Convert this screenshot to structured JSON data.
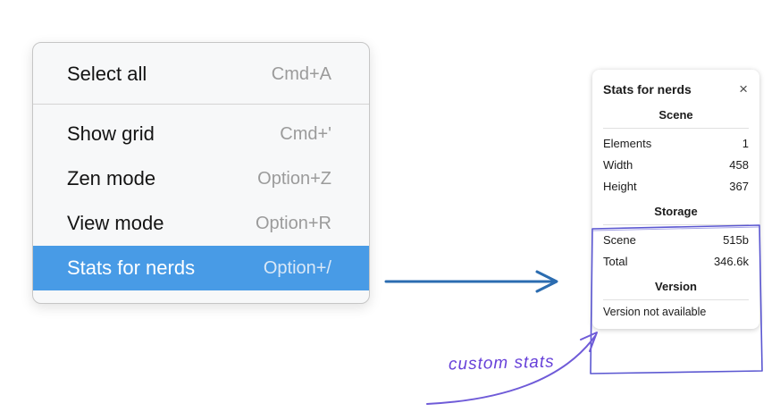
{
  "menu": {
    "items": [
      {
        "label": "Select all",
        "shortcut": "Cmd+A"
      },
      {
        "label": "Show grid",
        "shortcut": "Cmd+'"
      },
      {
        "label": "Zen mode",
        "shortcut": "Option+Z"
      },
      {
        "label": "View mode",
        "shortcut": "Option+R"
      },
      {
        "label": "Stats for nerds",
        "shortcut": "Option+/"
      }
    ]
  },
  "stats_panel": {
    "title": "Stats for nerds",
    "close_icon": "×",
    "scene": {
      "heading": "Scene",
      "rows": [
        {
          "label": "Elements",
          "value": "1"
        },
        {
          "label": "Width",
          "value": "458"
        },
        {
          "label": "Height",
          "value": "367"
        }
      ]
    },
    "storage": {
      "heading": "Storage",
      "rows": [
        {
          "label": "Scene",
          "value": "515b"
        },
        {
          "label": "Total",
          "value": "346.6k"
        }
      ]
    },
    "version": {
      "heading": "Version",
      "note": "Version not available"
    }
  },
  "annotation": {
    "text": "custom stats"
  },
  "colors": {
    "menu_highlight": "#489be6",
    "flow_arrow_blue": "#2b6cb0",
    "annotation_purple": "#6741d9",
    "box_purple": "#5b57d1"
  }
}
